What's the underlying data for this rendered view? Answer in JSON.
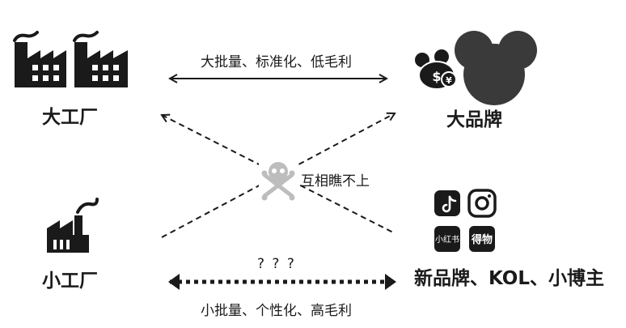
{
  "nodes": {
    "big_factory": "大工厂",
    "big_brand": "大品牌",
    "small_factory": "小工厂",
    "new_brands": "新品牌、KOL、小博主"
  },
  "edges": {
    "top": "大批量、标准化、低毛利",
    "bottom": "小批量、个性化、高毛利",
    "bottom_question": "? ? ?",
    "cross": "互相瞧不上"
  },
  "badges": {
    "currency_symbol": "¥",
    "xiaohongshu": "小红书",
    "dewu": "得物"
  },
  "colors": {
    "ink": "#1a1a1a",
    "brand_gray": "#3a3a3a",
    "skull_gray": "#bdbdbd"
  },
  "icons": [
    "factory-icon",
    "mouse-brand-icon",
    "small-factory-icon",
    "skull-icon",
    "tiktok-icon",
    "instagram-icon",
    "xiaohongshu-icon",
    "dewu-icon"
  ]
}
